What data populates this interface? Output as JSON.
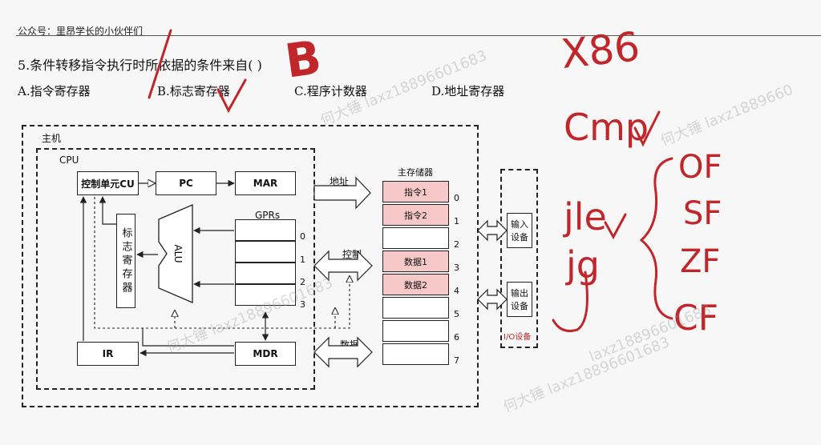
{
  "header": {
    "account": "公众号：里昂学长的小伙伴们"
  },
  "question": {
    "text": "5.条件转移指令执行时所依据的条件来自(      )",
    "options": [
      "A.指令寄存器",
      "B.标志寄存器",
      "C.程序计数器",
      "D.地址寄存器"
    ]
  },
  "diagram": {
    "host_label": "主机",
    "cpu_label": "CPU",
    "cu": "控制单元CU",
    "pc": "PC",
    "mar": "MAR",
    "flags": "标志寄存器",
    "alu": "ALU",
    "gprs": "GPRs",
    "gpr_indices": [
      "0",
      "1",
      "2",
      "3"
    ],
    "ir": "IR",
    "mdr": "MDR",
    "bus_address": "地址",
    "bus_control": "控制",
    "bus_data": "数据",
    "memory_title": "主存储器",
    "memory_cells": [
      "指令1",
      "指令2",
      "",
      "数据1",
      "数据2",
      "",
      "",
      ""
    ],
    "memory_addresses": [
      "0",
      "1",
      "2",
      "3",
      "4",
      "5",
      "6",
      "7"
    ],
    "input_device": "输入设备",
    "output_device": "输出设备",
    "io_label": "I/O设备"
  },
  "annotations": {
    "answer": "B",
    "arch": "X86",
    "cmp": "Cmp",
    "jle": "jle",
    "jg": "jg",
    "flags": [
      "OF",
      "SF",
      "ZF",
      "CF"
    ]
  },
  "watermarks": [
    "何大锤 laxz18896601683",
    "laxz18896601683",
    "何大锤 laxz1889660"
  ]
}
